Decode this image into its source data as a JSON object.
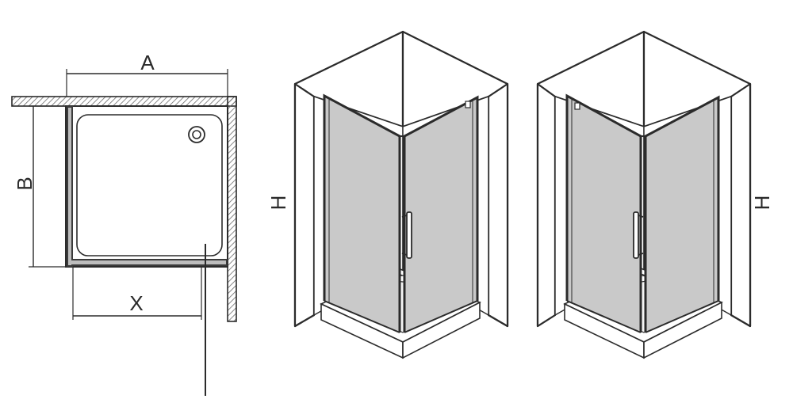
{
  "diagram": {
    "plan_view": {
      "labels": {
        "width": "A",
        "depth": "B",
        "door": "X"
      }
    },
    "left_view": {
      "labels": {
        "height": "H"
      }
    },
    "right_view": {
      "labels": {
        "height": "H"
      }
    }
  },
  "colors": {
    "line": "#2b2b2b",
    "glass": "#c9c9c9",
    "hatch": "#6a6a6a",
    "background": "#ffffff"
  }
}
